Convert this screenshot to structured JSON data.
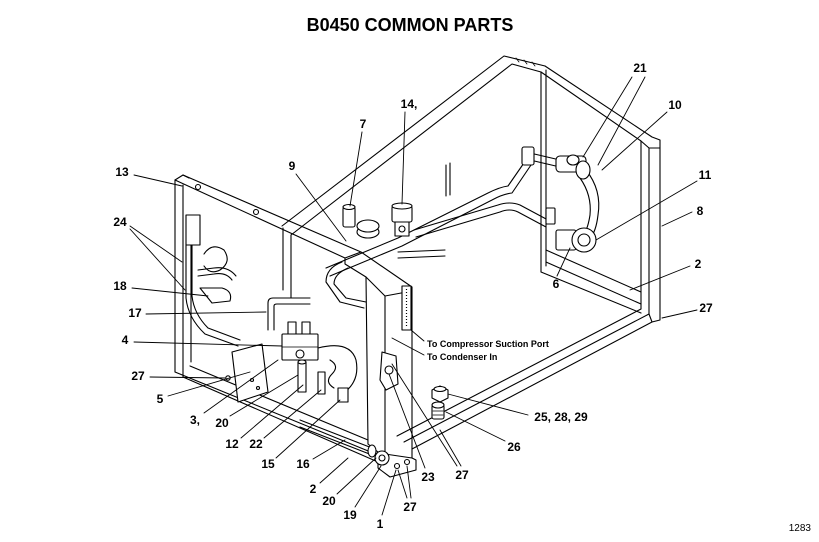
{
  "title": "B0450 COMMON PARTS",
  "figure_number": "1283",
  "annotations": {
    "suction": "To Compressor Suction Port",
    "condenser": "To Condenser In"
  },
  "callouts": [
    "21",
    "10",
    "11",
    "8",
    "2",
    "27",
    "6",
    "14,",
    "7",
    "9",
    "13",
    "24",
    "18",
    "17",
    "4",
    "27",
    "5",
    "3,",
    "20",
    "12",
    "22",
    "15",
    "16",
    "2",
    "20",
    "19",
    "1",
    "27",
    "23",
    "27",
    "26",
    "25, 28, 29"
  ],
  "colors": {
    "ink": "#000000",
    "background": "#ffffff"
  }
}
